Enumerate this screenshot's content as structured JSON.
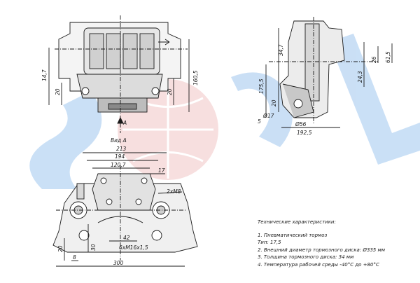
{
  "watermark": {
    "text": "SORL",
    "colors": {
      "primary": "#3a86d6",
      "accent": "#e23a3a"
    }
  },
  "view_a": {
    "arrow_label": "A",
    "title": "Вид А"
  },
  "dimensions": {
    "front": {
      "d14_7": "14,7",
      "d20_left": "20",
      "d20_right": "20",
      "d160_5": "160,5"
    },
    "side": {
      "d34_7": "34,7",
      "d175_5": "175,5",
      "d20": "20",
      "d192_5": "192,5",
      "d5": "5",
      "dphi17": "Ø17",
      "dphi56": "Ø56",
      "d24_3": "24,3",
      "d26": "26",
      "d61_5": "61,5"
    },
    "bottom": {
      "d213": "213",
      "d194": "194",
      "d120_7": "120,7",
      "d17": "17",
      "d2xM8": "2xM8",
      "d42": "42",
      "d30": "30",
      "d6xM16": "6xM16x1,5",
      "d8": "8",
      "d300": "300",
      "d20": "20"
    }
  },
  "specs": {
    "title": "Технические характеристики:",
    "items": [
      "1. Пневматический тормоз",
      "Тип: 17,5",
      "2. Внешний диаметр тормозного диска: Ø335 мм",
      "3. Толщина тормозного диска: 34 мм",
      "4. Температура рабочей среды  -40°С до +80°С"
    ]
  }
}
